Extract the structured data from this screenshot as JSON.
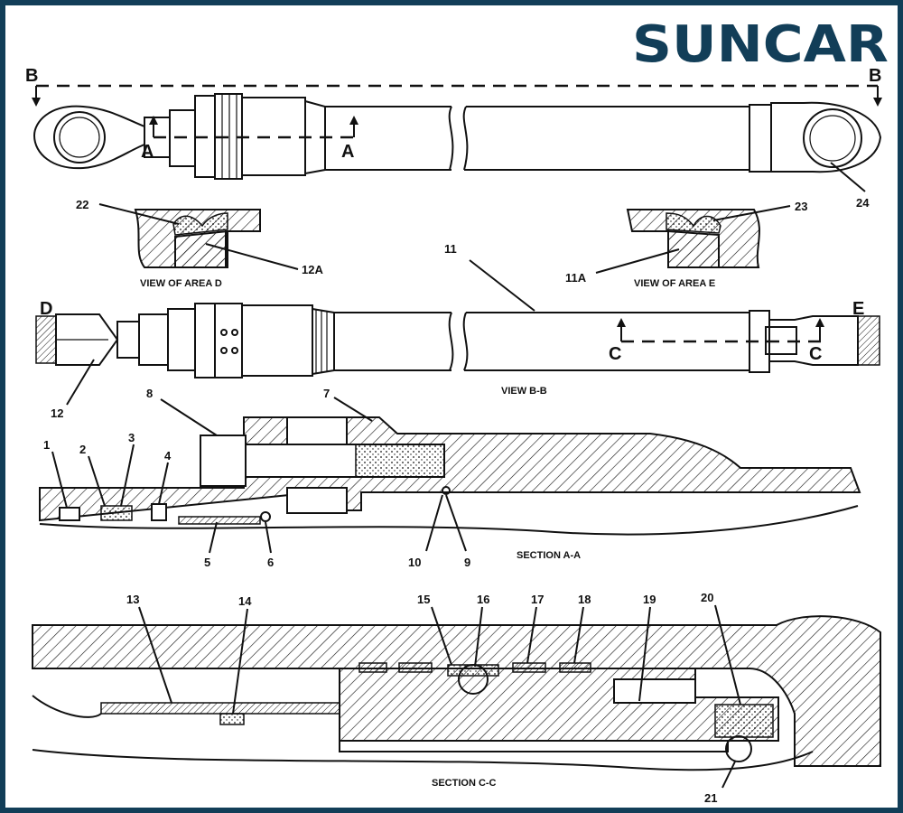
{
  "brand": {
    "logo_text": "SUNCAR",
    "color": "#123e58"
  },
  "section_markers": {
    "b_left": "B",
    "b_right": "B",
    "a_left": "A",
    "a_right": "A",
    "c_left": "C",
    "c_right": "C",
    "d": "D",
    "e": "E"
  },
  "captions": {
    "view_area_d": "VIEW OF AREA D",
    "view_area_e": "VIEW OF AREA E",
    "view_b_b": "VIEW B-B",
    "section_a_a": "SECTION A-A",
    "section_c_c": "SECTION C-C"
  },
  "callouts": {
    "p1": "1",
    "p2": "2",
    "p3": "3",
    "p4": "4",
    "p5": "5",
    "p6": "6",
    "p7": "7",
    "p8": "8",
    "p9": "9",
    "p10": "10",
    "p11": "11",
    "p11a": "11A",
    "p12": "12",
    "p12a": "12A",
    "p13": "13",
    "p14": "14",
    "p15": "15",
    "p16": "16",
    "p17": "17",
    "p18": "18",
    "p19": "19",
    "p20": "20",
    "p21": "21",
    "p22": "22",
    "p23": "23",
    "p24": "24"
  }
}
